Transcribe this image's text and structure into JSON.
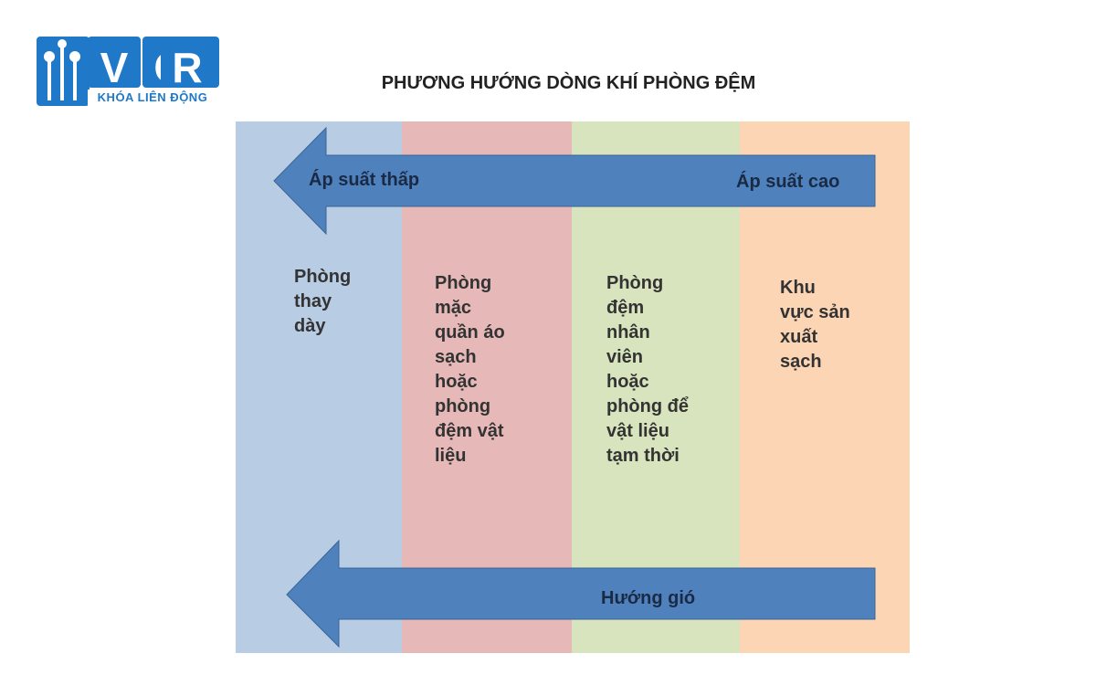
{
  "logo": {
    "letters": [
      "V",
      "C",
      "R"
    ],
    "subtitle": "KHÓA LIÊN ĐỘNG",
    "icon": "tools-icon"
  },
  "title": "PHƯƠNG HƯỚNG DÒNG KHÍ PHÒNG ĐỆM",
  "colors": {
    "arrow": "#4f81bd",
    "col1": "#b8cce4",
    "col2": "#e6b9b8",
    "col3": "#d7e4bd",
    "col4": "#fcd5b5",
    "brand": "#1f78c8"
  },
  "columns": [
    {
      "label": "Phòng\nthay\ndày"
    },
    {
      "label": "Phòng\nmặc\nquần áo\nsạch\nhoặc\nphòng\nđệm vật\nliệu"
    },
    {
      "label": "Phòng\nđệm\nnhân\nviên\nhoặc\nphòng để\nvật liệu\ntạm thời"
    },
    {
      "label": "Khu\nvực sản\nxuất\nsạch"
    }
  ],
  "pressure_arrow": {
    "low": "Áp suất thấp",
    "high": "Áp suất cao"
  },
  "wind_arrow": {
    "label": "Hướng gió"
  }
}
